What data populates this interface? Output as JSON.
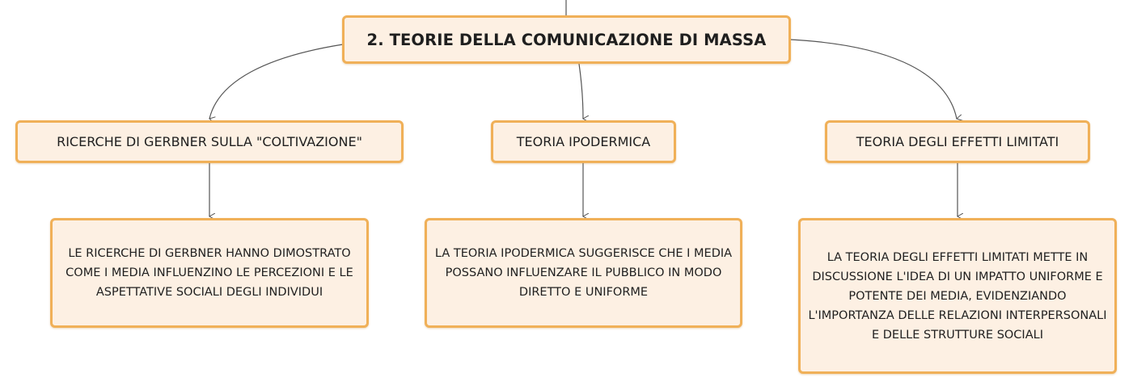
{
  "root": {
    "label": "2. TEORIE DELLA COMUNICAZIONE DI MASSA"
  },
  "topics": [
    {
      "label": "RICERCHE DI GERBNER SULLA \"COLTIVAZIONE\"",
      "detail": "LE RICERCHE DI GERBNER HANNO DIMOSTRATO COME I MEDIA INFLUENZINO LE PERCEZIONI E LE ASPETTATIVE SOCIALI DEGLI INDIVIDUI"
    },
    {
      "label": "TEORIA IPODERMICA",
      "detail": "LA TEORIA IPODERMICA SUGGERISCE CHE I MEDIA POSSANO INFLUENZARE IL PUBBLICO IN MODO DIRETTO E UNIFORME"
    },
    {
      "label": "TEORIA DEGLI EFFETTI LIMITATI",
      "detail": "LA TEORIA DEGLI EFFETTI LIMITATI METTE IN DISCUSSIONE L'IDEA DI UN IMPATTO UNIFORME E POTENTE DEI MEDIA, EVIDENZIANDO L'IMPORTANZA DELLE RELAZIONI INTERPERSONALI E DELLE STRUTTURE SOCIALI"
    }
  ],
  "colors": {
    "node_fill": "#fdf0e3",
    "node_border": "#f0b058",
    "connector": "#555555",
    "text": "#1f1f1f"
  }
}
